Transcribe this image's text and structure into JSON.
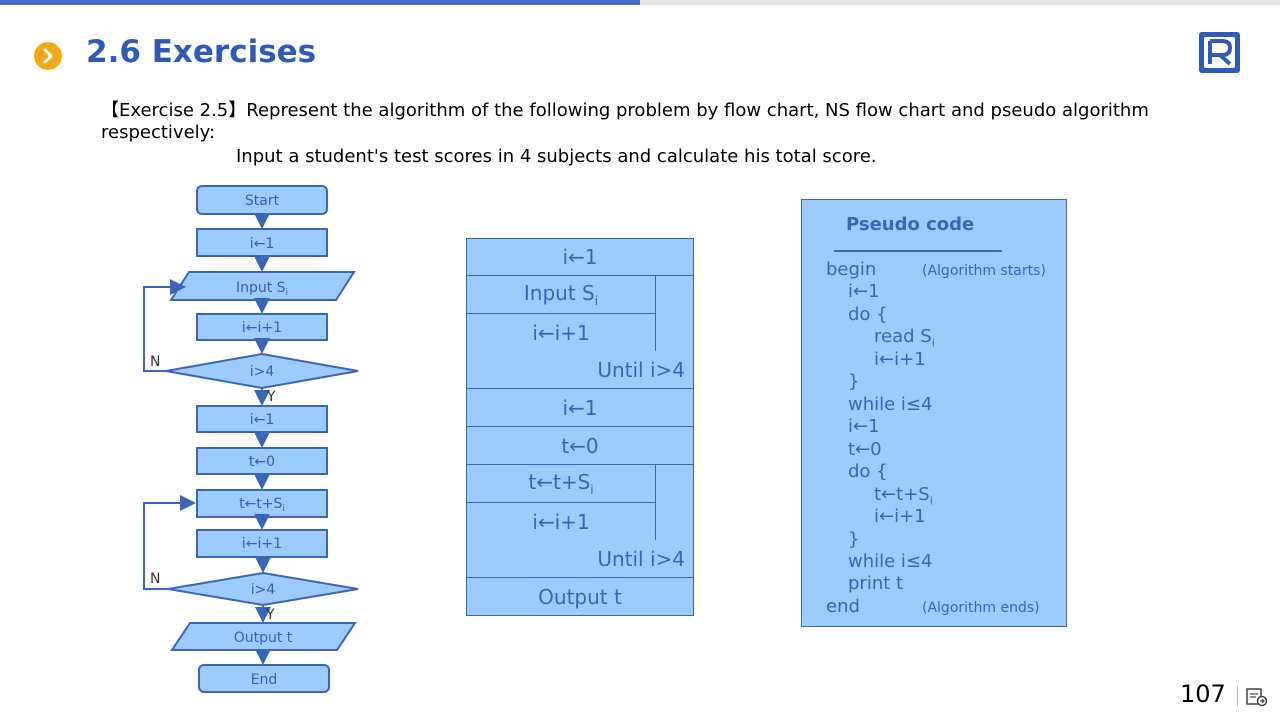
{
  "header": {
    "title": "2.6 Exercises"
  },
  "intro": {
    "label": "【Exercise 2.5】",
    "text": "Represent the algorithm of the following problem by flow chart, NS flow chart and pseudo algorithm respectively:",
    "task": "Input a student's test scores in 4 subjects and calculate his total score."
  },
  "flowchart": {
    "start": "Start",
    "n1": "i←1",
    "n2_base": "Input S",
    "n2_sub": "i",
    "n3": "i←i+1",
    "d1": "i>4",
    "d1_no": "N",
    "d1_yes": "Y",
    "n4": "i←1",
    "n5": "t←0",
    "n6_base": "t←t+S",
    "n6_sub": "i",
    "n7": "i←i+1",
    "d2": "i>4",
    "d2_no": "N",
    "d2_yes": "Y",
    "n8": "Output t",
    "end": "End"
  },
  "ns_chart": {
    "r1": "i←1",
    "r2_base": "Input S",
    "r2_sub": "i",
    "r3": "i←i+1",
    "r4": "Until i>4",
    "r5": "i←1",
    "r6": "t←0",
    "r7_base": "t←t+S",
    "r7_sub": "i",
    "r8": "i←i+1",
    "r9": "Until i>4",
    "r10": "Output t"
  },
  "pseudo": {
    "title": "Pseudo code",
    "begin": "begin",
    "begin_comment": "(Algorithm starts)",
    "l1": "i←1",
    "l2": "do {",
    "l3_base": "read S",
    "l3_sub": "i",
    "l4": "i←i+1",
    "l5": "}",
    "l6": "while i≤4",
    "l7": "i←1",
    "l8": "t←0",
    "l9": "do {",
    "l10_base": "t←t+S",
    "l10_sub": "i",
    "l11": "i←i+1",
    "l12": "}",
    "l13": "while i≤4",
    "l14": "print t",
    "end": "end",
    "end_comment": "(Algorithm ends)"
  },
  "footer": {
    "page_number": "107"
  },
  "colors": {
    "title": "#2e5bb8",
    "box_fill": "#9dcaff",
    "box_stroke": "#3a66b8",
    "accent": "#f0a81c"
  }
}
